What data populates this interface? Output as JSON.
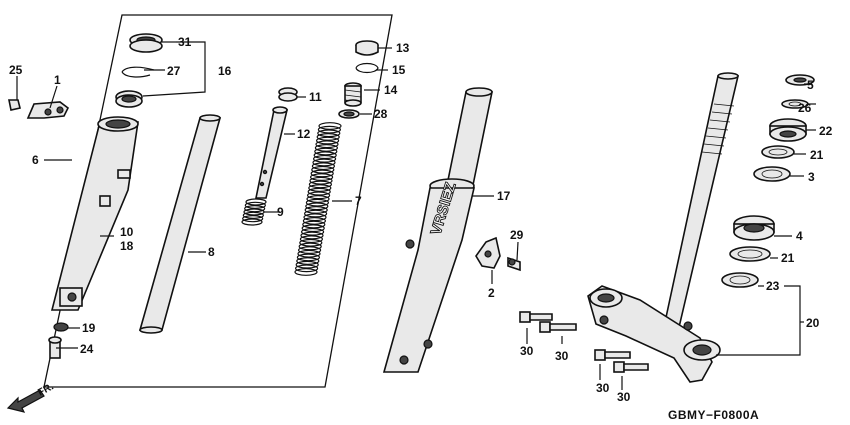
{
  "diagram_code": "GBMY−F0800A",
  "direction_label": "FR.",
  "fork_logo_text": "VRSIEZ",
  "callouts": {
    "c1": "1",
    "c2": "2",
    "c3": "3",
    "c4": "4",
    "c5": "5",
    "c6": "6",
    "c7": "7",
    "c8": "8",
    "c9": "9",
    "c10": "10",
    "c11": "11",
    "c12": "12",
    "c13": "13",
    "c14": "14",
    "c15": "15",
    "c16": "16",
    "c17": "17",
    "c18": "18",
    "c19": "19",
    "c20": "20",
    "c21a": "21",
    "c21b": "21",
    "c22": "22",
    "c23": "23",
    "c24": "24",
    "c25": "25",
    "c26": "26",
    "c27": "27",
    "c28": "28",
    "c29": "29",
    "c30a": "30",
    "c30b": "30",
    "c30c": "30",
    "c30d": "30",
    "c31": "31"
  }
}
